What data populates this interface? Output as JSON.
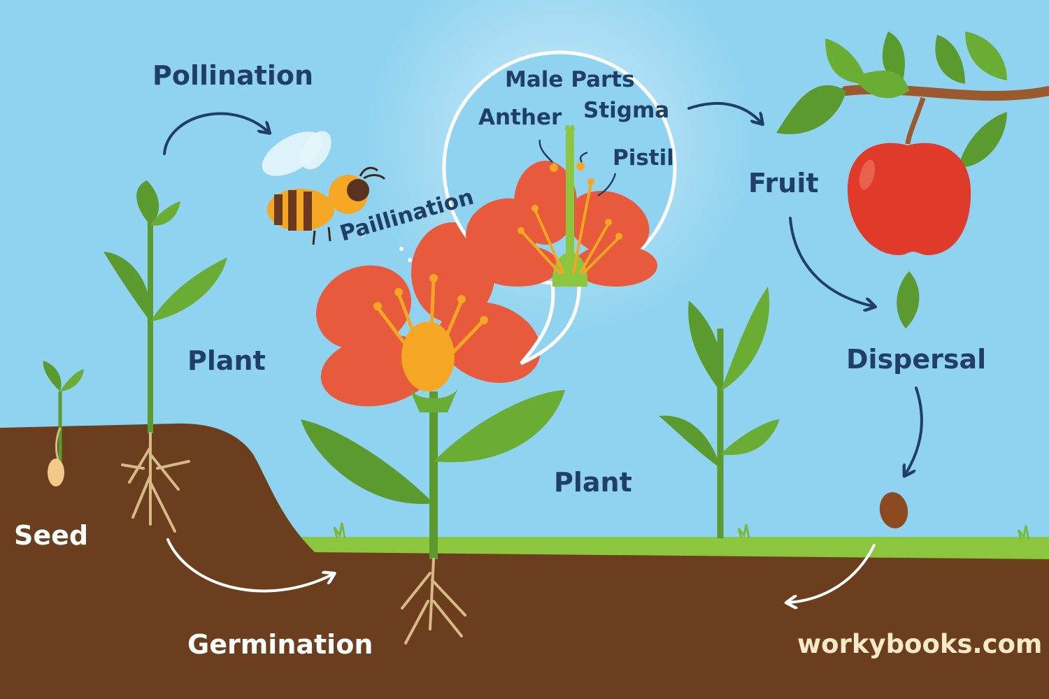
{
  "labels": {
    "pollination": "Pollination",
    "paillination": "Paillination",
    "plant_left": "Plant",
    "plant_center": "Plant",
    "seed": "Seed",
    "germination": "Germination",
    "fruit": "Fruit",
    "dispersal": "Dispersal",
    "male_parts": "Male Parts",
    "anther": "Anther",
    "stigma": "Stigma",
    "pistil": "Pistil"
  },
  "watermark": "workybooks.com",
  "colors": {
    "sky": "#8fd3f0",
    "soil": "#6b3f1d",
    "grass": "#8cc63f",
    "leaf": "#5a9a2e",
    "petal": "#e85a3c",
    "stamen": "#f5a623",
    "apple": "#e03a2a",
    "label_text": "#1f3f66",
    "arrow": "#1f3f66"
  }
}
